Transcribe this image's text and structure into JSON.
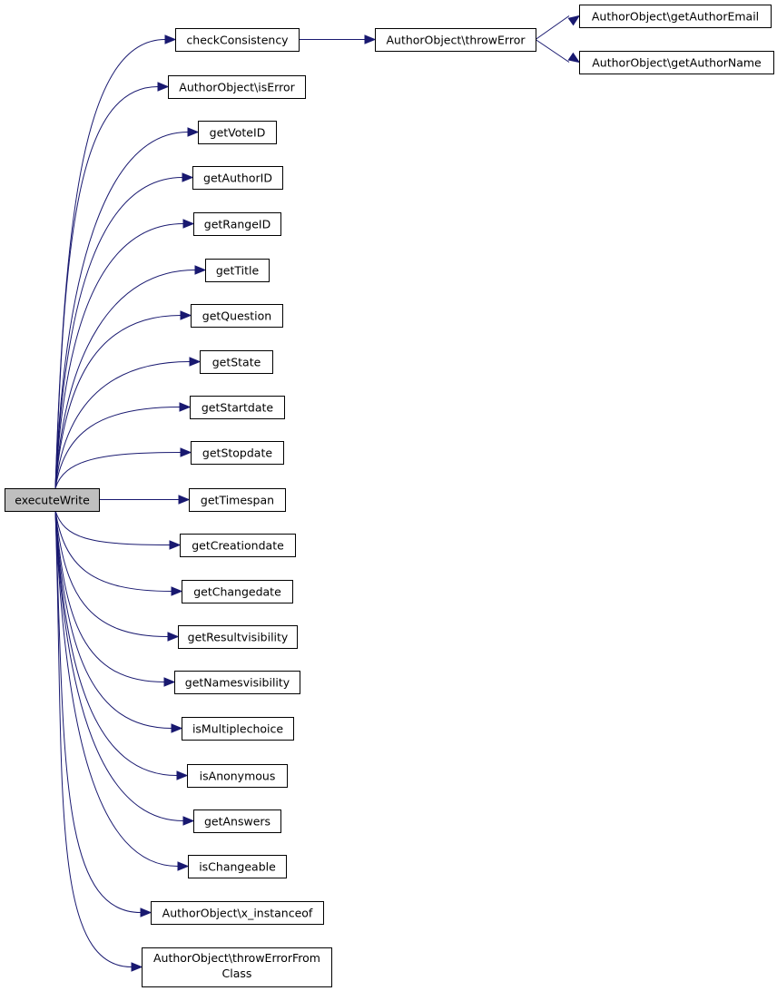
{
  "graph": {
    "root": "executeWrite",
    "colors": {
      "edge": "#191970",
      "root_fill": "#bfbfbf",
      "node_fill": "#ffffff",
      "border": "#000000"
    },
    "nodes": [
      {
        "id": "executeWrite",
        "label": "executeWrite"
      },
      {
        "id": "checkConsistency",
        "label": "checkConsistency"
      },
      {
        "id": "throwError",
        "label": "AuthorObject\\throwError"
      },
      {
        "id": "getAuthorEmail",
        "label": "AuthorObject\\getAuthorEmail"
      },
      {
        "id": "getAuthorName",
        "label": "AuthorObject\\getAuthorName"
      },
      {
        "id": "isError",
        "label": "AuthorObject\\isError"
      },
      {
        "id": "getVoteID",
        "label": "getVoteID"
      },
      {
        "id": "getAuthorID",
        "label": "getAuthorID"
      },
      {
        "id": "getRangeID",
        "label": "getRangeID"
      },
      {
        "id": "getTitle",
        "label": "getTitle"
      },
      {
        "id": "getQuestion",
        "label": "getQuestion"
      },
      {
        "id": "getState",
        "label": "getState"
      },
      {
        "id": "getStartdate",
        "label": "getStartdate"
      },
      {
        "id": "getStopdate",
        "label": "getStopdate"
      },
      {
        "id": "getTimespan",
        "label": "getTimespan"
      },
      {
        "id": "getCreationdate",
        "label": "getCreationdate"
      },
      {
        "id": "getChangedate",
        "label": "getChangedate"
      },
      {
        "id": "getResultvisibility",
        "label": "getResultvisibility"
      },
      {
        "id": "getNamesvisibility",
        "label": "getNamesvisibility"
      },
      {
        "id": "isMultiplechoice",
        "label": "isMultiplechoice"
      },
      {
        "id": "isAnonymous",
        "label": "isAnonymous"
      },
      {
        "id": "getAnswers",
        "label": "getAnswers"
      },
      {
        "id": "isChangeable",
        "label": "isChangeable"
      },
      {
        "id": "x_instanceof",
        "label": "AuthorObject\\x_instanceof"
      },
      {
        "id": "throwErrorFromClass",
        "label": "AuthorObject\\throwErrorFrom Class",
        "lines": [
          "AuthorObject\\throwErrorFrom",
          "Class"
        ]
      }
    ],
    "edges": [
      {
        "from": "executeWrite",
        "to": "checkConsistency"
      },
      {
        "from": "executeWrite",
        "to": "isError"
      },
      {
        "from": "executeWrite",
        "to": "getVoteID"
      },
      {
        "from": "executeWrite",
        "to": "getAuthorID"
      },
      {
        "from": "executeWrite",
        "to": "getRangeID"
      },
      {
        "from": "executeWrite",
        "to": "getTitle"
      },
      {
        "from": "executeWrite",
        "to": "getQuestion"
      },
      {
        "from": "executeWrite",
        "to": "getState"
      },
      {
        "from": "executeWrite",
        "to": "getStartdate"
      },
      {
        "from": "executeWrite",
        "to": "getStopdate"
      },
      {
        "from": "executeWrite",
        "to": "getTimespan"
      },
      {
        "from": "executeWrite",
        "to": "getCreationdate"
      },
      {
        "from": "executeWrite",
        "to": "getChangedate"
      },
      {
        "from": "executeWrite",
        "to": "getResultvisibility"
      },
      {
        "from": "executeWrite",
        "to": "getNamesvisibility"
      },
      {
        "from": "executeWrite",
        "to": "isMultiplechoice"
      },
      {
        "from": "executeWrite",
        "to": "isAnonymous"
      },
      {
        "from": "executeWrite",
        "to": "getAnswers"
      },
      {
        "from": "executeWrite",
        "to": "isChangeable"
      },
      {
        "from": "executeWrite",
        "to": "x_instanceof"
      },
      {
        "from": "executeWrite",
        "to": "throwErrorFromClass"
      },
      {
        "from": "checkConsistency",
        "to": "throwError"
      },
      {
        "from": "throwError",
        "to": "getAuthorEmail"
      },
      {
        "from": "throwError",
        "to": "getAuthorName"
      }
    ]
  }
}
